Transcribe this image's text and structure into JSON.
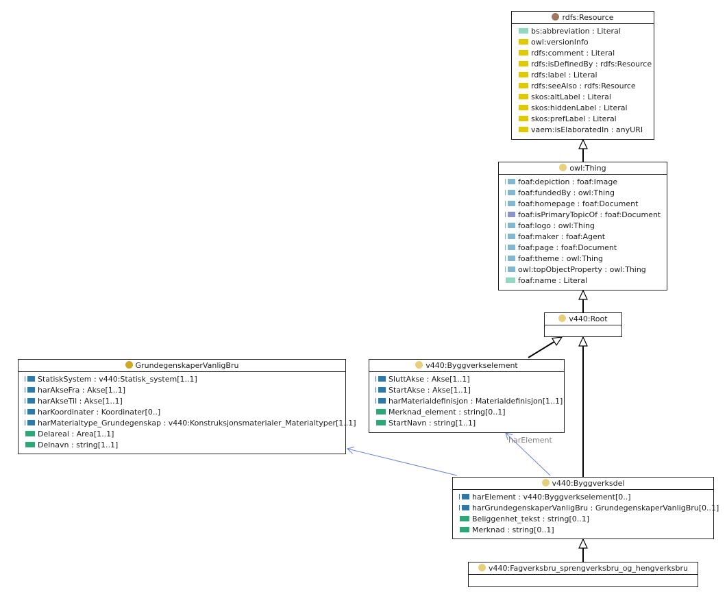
{
  "colors": {
    "resource_dot": "#a07860",
    "owl_class_dot": "#e8cf7a",
    "grundeg_dot": "#d1a72a",
    "object_property": "#2a7aab",
    "datatype_property": "#2aa876",
    "annotation_property": "#e2c800",
    "literal_annotation": "#8fd9c0",
    "association_line": "#6b7fd6"
  },
  "classes": {
    "rdfs_resource": {
      "title": "rdfs:Resource",
      "attrs": [
        {
          "text": "bs:abbreviation : Literal",
          "kind": "literal-annotation"
        },
        {
          "text": "owl:versionInfo",
          "kind": "annotation"
        },
        {
          "text": "rdfs:comment : Literal",
          "kind": "annotation"
        },
        {
          "text": "rdfs:isDefinedBy : rdfs:Resource",
          "kind": "annotation"
        },
        {
          "text": "rdfs:label : Literal",
          "kind": "annotation"
        },
        {
          "text": "rdfs:seeAlso : rdfs:Resource",
          "kind": "annotation"
        },
        {
          "text": "skos:altLabel : Literal",
          "kind": "annotation"
        },
        {
          "text": "skos:hiddenLabel : Literal",
          "kind": "annotation"
        },
        {
          "text": "skos:prefLabel : Literal",
          "kind": "annotation"
        },
        {
          "text": "vaem:isElaboratedIn : anyURI",
          "kind": "annotation"
        }
      ]
    },
    "owl_thing": {
      "title": "owl:Thing",
      "attrs": [
        {
          "text": "foaf:depiction : foaf:Image",
          "kind": "object-light"
        },
        {
          "text": "foaf:fundedBy : owl:Thing",
          "kind": "object-light"
        },
        {
          "text": "foaf:homepage : foaf:Document",
          "kind": "object-light"
        },
        {
          "text": "foaf:isPrimaryTopicOf : foaf:Document",
          "kind": "object-violet"
        },
        {
          "text": "foaf:logo : owl:Thing",
          "kind": "object-light"
        },
        {
          "text": "foaf:maker : foaf:Agent",
          "kind": "object-light"
        },
        {
          "text": "foaf:page : foaf:Document",
          "kind": "object-light"
        },
        {
          "text": "foaf:theme : owl:Thing",
          "kind": "object-light"
        },
        {
          "text": "owl:topObjectProperty : owl:Thing",
          "kind": "object-light"
        },
        {
          "text": "foaf:name : Literal",
          "kind": "literal-annotation"
        }
      ]
    },
    "root": {
      "title": "v440:Root",
      "attrs": []
    },
    "grundeg": {
      "title": "GrundegenskaperVanligBru",
      "attrs": [
        {
          "text": "StatiskSystem : v440:Statisk_system[1..1]",
          "kind": "object"
        },
        {
          "text": "harAkseFra : Akse[1..1]",
          "kind": "object"
        },
        {
          "text": "harAkseTil : Akse[1..1]",
          "kind": "object"
        },
        {
          "text": "harKoordinater : Koordinater[0..]",
          "kind": "object"
        },
        {
          "text": "harMaterialtype_Grundegenskap : v440:Konstruksjonsmaterialer_Materialtyper[1..1]",
          "kind": "object"
        },
        {
          "text": "Delareal : Area[1..1]",
          "kind": "data"
        },
        {
          "text": "Delnavn : string[1..1]",
          "kind": "data"
        }
      ]
    },
    "byggverkselement": {
      "title": "v440:Byggverkselement",
      "attrs": [
        {
          "text": "SluttAkse : Akse[1..1]",
          "kind": "object"
        },
        {
          "text": "StartAkse : Akse[1..1]",
          "kind": "object"
        },
        {
          "text": "harMaterialdefinisjon : Materialdefinisjon[1..1]",
          "kind": "object"
        },
        {
          "text": "Merknad_element : string[0..1]",
          "kind": "data"
        },
        {
          "text": "StartNavn : string[1..1]",
          "kind": "data"
        }
      ]
    },
    "byggverksdel": {
      "title": "v440:Byggverksdel",
      "attrs": [
        {
          "text": "harElement : v440:Byggverkselement[0..]",
          "kind": "object"
        },
        {
          "text": "harGrundegenskaperVanligBru : GrundegenskaperVanligBru[0..1]",
          "kind": "object"
        },
        {
          "text": "Beliggenhet_tekst : string[0..1]",
          "kind": "data"
        },
        {
          "text": "Merknad : string[0..1]",
          "kind": "data"
        }
      ]
    },
    "fagverksbru": {
      "title": "v440:Fagverksbru_sprengverksbru_og_hengverksbru",
      "attrs": []
    }
  },
  "edges": {
    "har_element_label": "harElement"
  }
}
